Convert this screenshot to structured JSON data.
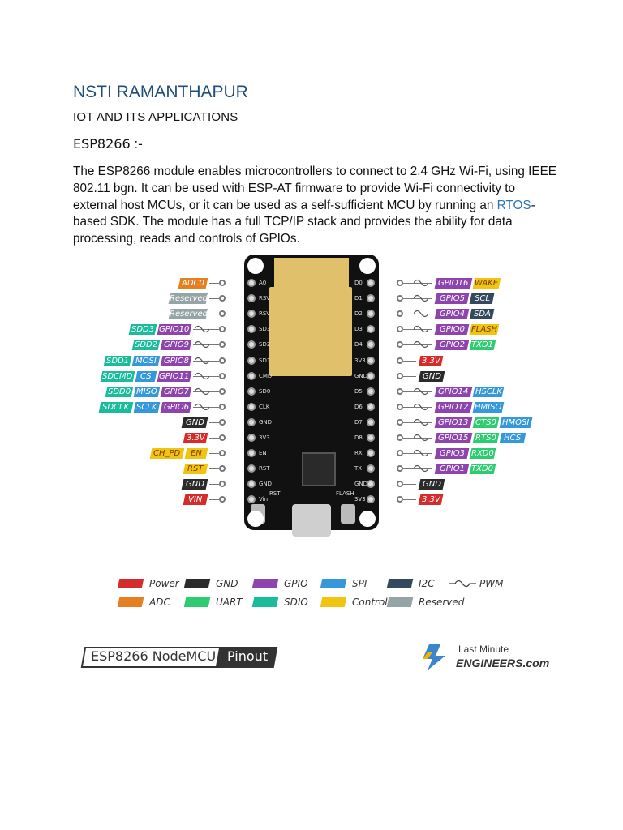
{
  "header": {
    "title": "NSTI RAMANTHAPUR",
    "subtitle": "IOT AND ITS APPLICATIONS",
    "heading_main": "ESP8266",
    "heading_suffix": " :-"
  },
  "paragraph": {
    "text_before_link": "The ESP8266 module enables microcontrollers to connect to 2.4 GHz Wi-Fi, using IEEE 802.11 bgn. It can be used with ESP-AT firmware to provide Wi-Fi connectivity to external host MCUs, or it can be used as a self-sufficient MCU by running an ",
    "link_text": "RTOS",
    "text_after_link": "-based SDK. The module has a full TCP/IP stack and provides the ability for data processing, reads and controls of GPIOs."
  },
  "colors": {
    "power": "#d62b2b",
    "gnd": "#2b2b2b",
    "gpio": "#8e44ad",
    "spi": "#3498db",
    "i2c": "#34495e",
    "adc": "#e67e22",
    "uart": "#2ecc71",
    "sdio": "#1abc9c",
    "control": "#f1c40f",
    "reserved": "#95a5a6"
  },
  "board": {
    "left_pins": [
      "A0",
      "RSV",
      "RSV",
      "SD3",
      "SD2",
      "SD1",
      "CMD",
      "SD0",
      "CLK",
      "GND",
      "3V3",
      "EN",
      "RST",
      "GND",
      "Vin"
    ],
    "right_pins": [
      "D0",
      "D1",
      "D2",
      "D3",
      "D4",
      "3V3",
      "GND",
      "D5",
      "D6",
      "D7",
      "D8",
      "RX",
      "TX",
      "GND",
      "3V3"
    ],
    "rst_label": "RST",
    "flash_label": "FLASH"
  },
  "left_rows": [
    [
      {
        "t": "ADC0",
        "c": "adc"
      }
    ],
    [
      {
        "t": "Reserved",
        "c": "reserved"
      }
    ],
    [
      {
        "t": "Reserved",
        "c": "reserved"
      }
    ],
    [
      {
        "t": "SDD3",
        "c": "sdio"
      },
      {
        "t": "GPIO10",
        "c": "gpio"
      }
    ],
    [
      {
        "t": "SDD2",
        "c": "sdio"
      },
      {
        "t": "GPIO9",
        "c": "gpio"
      }
    ],
    [
      {
        "t": "SDD1",
        "c": "sdio"
      },
      {
        "t": "MOSI",
        "c": "spi"
      },
      {
        "t": "GPIO8",
        "c": "gpio"
      }
    ],
    [
      {
        "t": "SDCMD",
        "c": "sdio"
      },
      {
        "t": "CS",
        "c": "spi"
      },
      {
        "t": "GPIO11",
        "c": "gpio"
      }
    ],
    [
      {
        "t": "SDD0",
        "c": "sdio"
      },
      {
        "t": "MISO",
        "c": "spi"
      },
      {
        "t": "GPIO7",
        "c": "gpio"
      }
    ],
    [
      {
        "t": "SDCLK",
        "c": "sdio"
      },
      {
        "t": "SCLK",
        "c": "spi"
      },
      {
        "t": "GPIO6",
        "c": "gpio"
      }
    ],
    [
      {
        "t": "GND",
        "c": "gnd"
      }
    ],
    [
      {
        "t": "3.3V",
        "c": "power"
      }
    ],
    [
      {
        "t": "CH_PD",
        "c": "control"
      },
      {
        "t": "EN",
        "c": "control"
      }
    ],
    [
      {
        "t": "RST",
        "c": "control"
      }
    ],
    [
      {
        "t": "GND",
        "c": "gnd"
      }
    ],
    [
      {
        "t": "VIN",
        "c": "power"
      }
    ]
  ],
  "right_rows": [
    [
      {
        "t": "GPIO16",
        "c": "gpio"
      },
      {
        "t": "WAKE",
        "c": "control"
      }
    ],
    [
      {
        "t": "GPIO5",
        "c": "gpio"
      },
      {
        "t": "SCL",
        "c": "i2c"
      }
    ],
    [
      {
        "t": "GPIO4",
        "c": "gpio"
      },
      {
        "t": "SDA",
        "c": "i2c"
      }
    ],
    [
      {
        "t": "GPIO0",
        "c": "gpio"
      },
      {
        "t": "FLASH",
        "c": "control"
      }
    ],
    [
      {
        "t": "GPIO2",
        "c": "gpio"
      },
      {
        "t": "TXD1",
        "c": "uart"
      }
    ],
    [
      {
        "t": "3.3V",
        "c": "power"
      }
    ],
    [
      {
        "t": "GND",
        "c": "gnd"
      }
    ],
    [
      {
        "t": "GPIO14",
        "c": "gpio"
      },
      {
        "t": "HSCLK",
        "c": "spi"
      }
    ],
    [
      {
        "t": "GPIO12",
        "c": "gpio"
      },
      {
        "t": "HMISO",
        "c": "spi"
      }
    ],
    [
      {
        "t": "GPIO13",
        "c": "gpio"
      },
      {
        "t": "CTS0",
        "c": "uart"
      },
      {
        "t": "HMOSI",
        "c": "spi"
      }
    ],
    [
      {
        "t": "GPIO15",
        "c": "gpio"
      },
      {
        "t": "RTS0",
        "c": "uart"
      },
      {
        "t": "HCS",
        "c": "spi"
      }
    ],
    [
      {
        "t": "GPIO3",
        "c": "gpio"
      },
      {
        "t": "RXD0",
        "c": "uart"
      }
    ],
    [
      {
        "t": "GPIO1",
        "c": "gpio"
      },
      {
        "t": "TXD0",
        "c": "uart"
      }
    ],
    [
      {
        "t": "GND",
        "c": "gnd"
      }
    ],
    [
      {
        "t": "3.3V",
        "c": "power"
      }
    ]
  ],
  "right_pwm_rows": [
    0,
    1,
    2,
    3,
    4,
    7,
    8,
    9,
    10,
    11,
    12
  ],
  "left_pwm_rows": [
    3,
    4,
    5,
    6,
    7,
    8
  ],
  "legend": [
    {
      "label": "Power",
      "c": "power"
    },
    {
      "label": "GND",
      "c": "gnd"
    },
    {
      "label": "GPIO",
      "c": "gpio"
    },
    {
      "label": "SPI",
      "c": "spi"
    },
    {
      "label": "I2C",
      "c": "i2c"
    },
    {
      "label": "PWM",
      "c": "pwm"
    },
    {
      "label": "ADC",
      "c": "adc"
    },
    {
      "label": "UART",
      "c": "uart"
    },
    {
      "label": "SDIO",
      "c": "sdio"
    },
    {
      "label": "Control",
      "c": "control"
    },
    {
      "label": "Reserved",
      "c": "reserved"
    }
  ],
  "footer": {
    "title_left": "ESP8266 NodeMCU",
    "title_right": "Pinout",
    "brand_line1": "Last Minute",
    "brand_line2": "ENGINEERS.com"
  }
}
